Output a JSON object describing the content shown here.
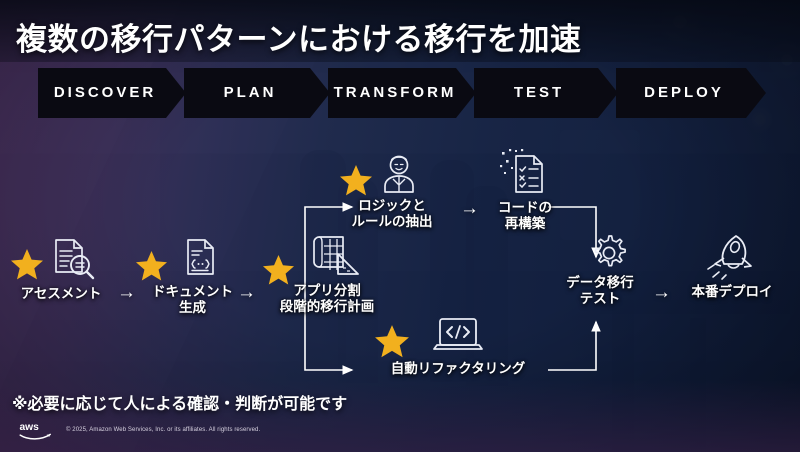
{
  "slide": {
    "title": "複数の移行パターンにおける移行を加速",
    "note": "※必要に応じて人による確認・判断が可能です",
    "copyright": "© 2025, Amazon Web Services, Inc. or its affiliates. All rights reserved.",
    "logo_text": "aws",
    "accent_blue": "#2a20f0",
    "star_gold": "#f2b01e",
    "text_white": "#ffffff"
  },
  "stages": [
    {
      "label": "DISCOVER"
    },
    {
      "label": "PLAN"
    },
    {
      "label": "TRANSFORM"
    },
    {
      "label": "TEST"
    },
    {
      "label": "DEPLOY"
    }
  ],
  "flow": {
    "nodes": [
      {
        "id": "assessment",
        "label_lines": [
          "アセスメント"
        ],
        "icon": "document-magnifier-icon",
        "starred": true
      },
      {
        "id": "docgen",
        "label_lines": [
          "ドキュメント",
          "生成"
        ],
        "icon": "document-code-icon",
        "starred": true
      },
      {
        "id": "appsplit",
        "label_lines": [
          "アプリ分割",
          "段階的移行計画"
        ],
        "icon": "blueprint-ruler-icon",
        "starred": true
      },
      {
        "id": "logicrules",
        "label_lines": [
          "ロジックと",
          "ルールの抽出"
        ],
        "icon": "person-expert-icon",
        "starred": true
      },
      {
        "id": "rebuildcode",
        "label_lines": [
          "コードの",
          "再構築"
        ],
        "icon": "checklist-sparkle-icon",
        "starred": false
      },
      {
        "id": "autorefactor",
        "label_lines": [
          "自動リファクタリング"
        ],
        "icon": "laptop-code-icon",
        "starred": true
      },
      {
        "id": "datamigtest",
        "label_lines": [
          "データ移行",
          "テスト"
        ],
        "icon": "gear-icon",
        "starred": false
      },
      {
        "id": "prodeploy",
        "label_lines": [
          "本番デプロイ"
        ],
        "icon": "rocket-icon",
        "starred": false
      }
    ],
    "arrows": [
      {
        "from": "assessment",
        "to": "docgen",
        "glyph": "→"
      },
      {
        "from": "docgen",
        "to": "appsplit",
        "glyph": "→"
      },
      {
        "from": "logicrules",
        "to": "rebuildcode",
        "glyph": "→"
      },
      {
        "from": "datamigtest",
        "to": "prodeploy",
        "glyph": "→"
      }
    ]
  }
}
